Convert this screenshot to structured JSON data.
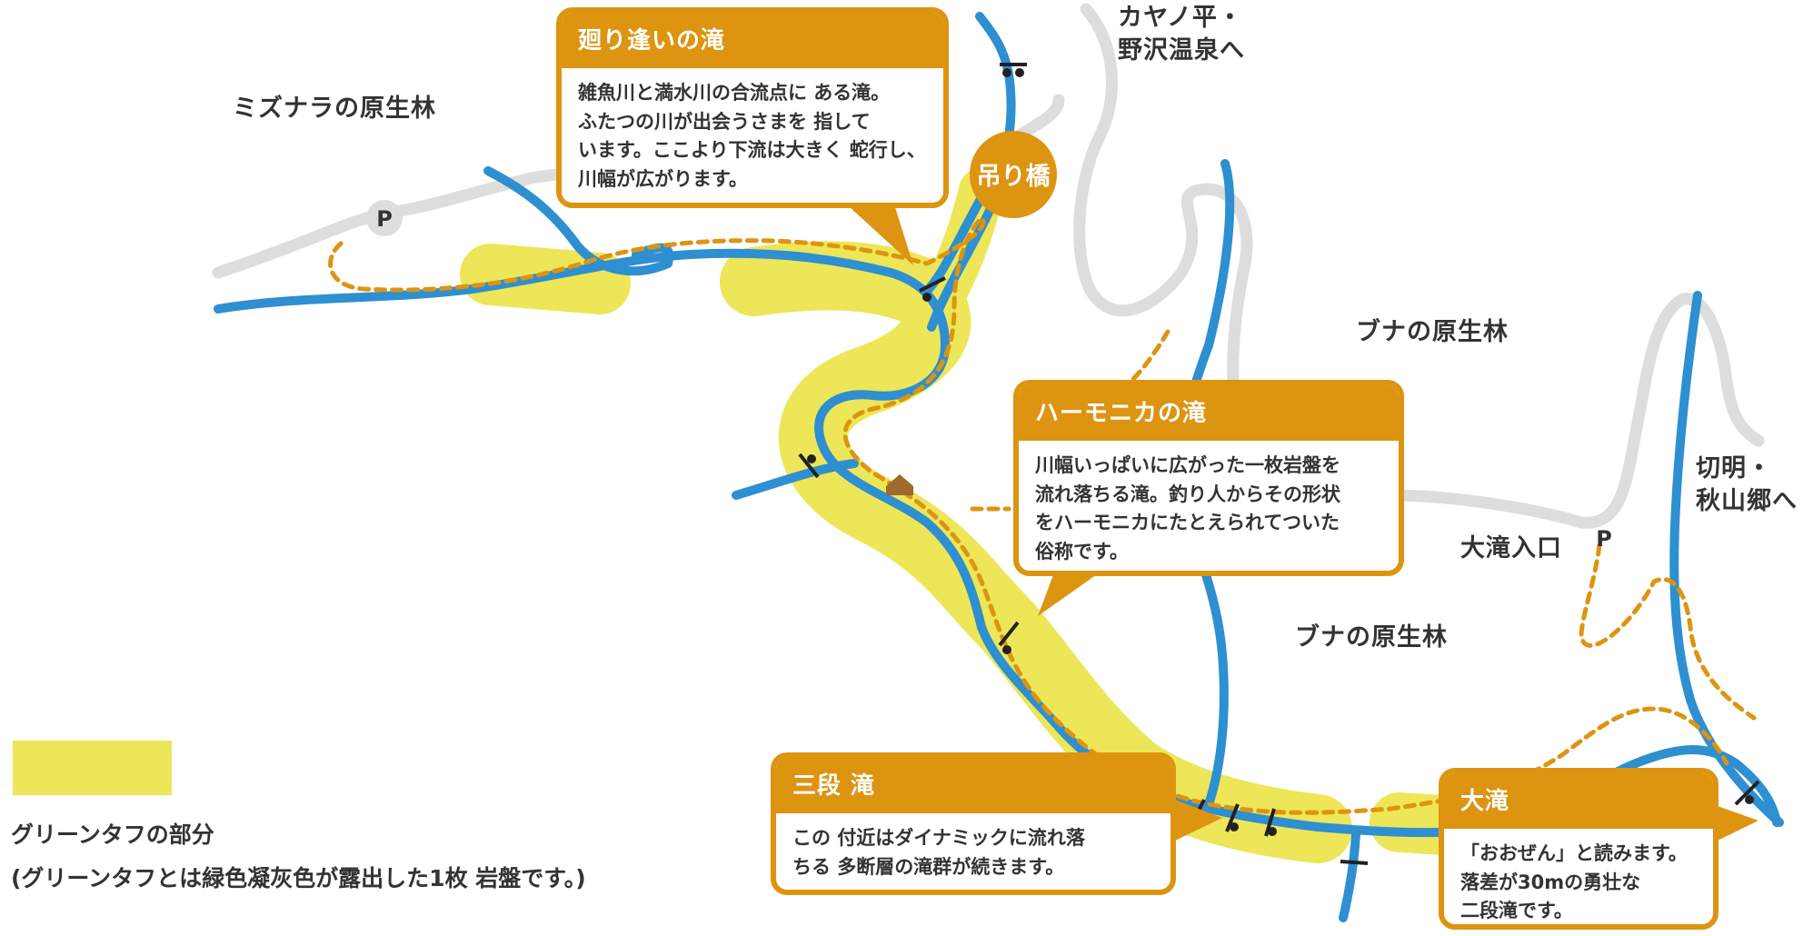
{
  "colors": {
    "river": "#2E8FD1",
    "road": "#DDDDDD",
    "trail": "#DD9411",
    "green_tuff": "#EDE658",
    "callout_accent": "#DD9411",
    "text": "#333333"
  },
  "labels": {
    "mizunara": "ミズナラの原生林",
    "kayanodaira": "カヤノ平・\n野沢温泉へ",
    "buna_1": "ブナの原生林",
    "buna_2": "ブナの原生林",
    "kirime": "切明・\n秋山郷へ",
    "otaki_entrance": "大滝入口"
  },
  "icons": {
    "parking_1": "P",
    "parking_2": "P",
    "suspension_bridge": "吊り橋"
  },
  "callouts": {
    "meguriai": {
      "title": "廻り逢いの滝",
      "body": "雑魚川と満水川の合流点に ある滝。\nふたつの川が出会うさまを 指して\nいます。ここより下流は大きく 蛇行し、\n川幅が広がります。"
    },
    "harmonica": {
      "title": "ハーモニカの滝",
      "body": "川幅いっぱいに広がった一枚岩盤を\n流れ落ちる滝。釣り人からその形状\nをハーモニカにたとえられてついた\n俗称です。"
    },
    "sandan": {
      "title": "三段 滝",
      "body": "この 付近はダイナミックに流れ落\nちる 多断層の滝群が続きます。"
    },
    "otaki": {
      "title": "大滝",
      "body": "「おおぜん」と読みます。\n落差が30mの勇壮な\n二段滝です。"
    }
  },
  "legend": {
    "title": "グリーンタフの部分",
    "note": "(グリーンタフとは緑色凝灰色が露出した1枚 岩盤です。)"
  }
}
